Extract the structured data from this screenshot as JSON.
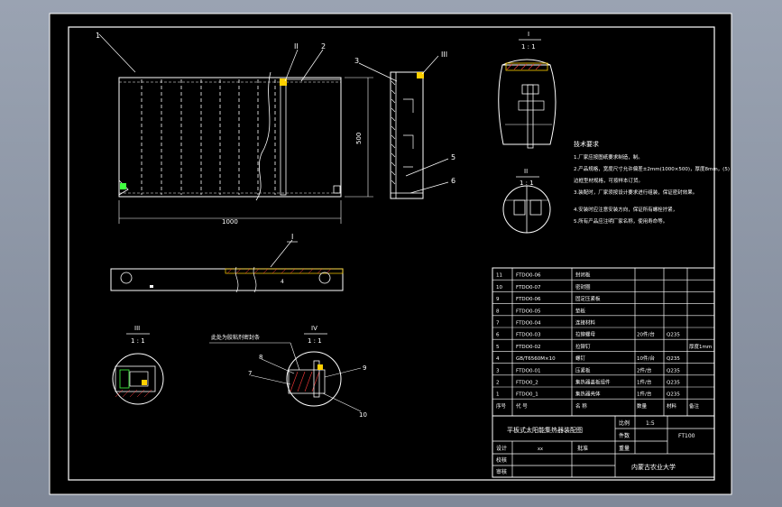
{
  "labels": {
    "part1": "1",
    "part2": "2",
    "part3": "3",
    "part5": "5",
    "part6": "6",
    "part7": "7",
    "part8": "8",
    "part9": "9",
    "part10": "10",
    "roman_iii": "III",
    "roman_ii_top": "II",
    "dim_width": "1000",
    "dim_height": "500",
    "dim_small": "4",
    "section_i": "I"
  },
  "details": {
    "I_label": "I",
    "I_scale": "1 : 1",
    "II_label": "II",
    "II_scale": "1 : 1",
    "III_label": "III",
    "III_scale": "1 : 1",
    "IV_label": "IV",
    "IV_scale": "1 : 1",
    "callout_text": "此处为胶粘剂密封条"
  },
  "notes": {
    "title": "技术要求",
    "lines": [
      "1.厂家应按图纸要求制造，制。",
      "2.产品规格，宽度尺寸允许偏差±2mm(1000×500)，厚度8mm，(5)",
      "边框型材规格，可按样本订货。",
      "3.装配时，厂家须按设计要求进行组装，保证密封效果。",
      "4.安装时应注意安装方向，保证所有螺栓拧紧，",
      "5.所有产品应注明厂家名称，使用寿命等。"
    ]
  },
  "bom": {
    "rows": [
      {
        "no": "11",
        "code": "FTDO0-06",
        "name": "封闭板",
        "qty": "",
        "mat": "",
        "note": ""
      },
      {
        "no": "10",
        "code": "FTDO0-07",
        "name": "密封圈",
        "qty": "",
        "mat": "",
        "note": ""
      },
      {
        "no": "9",
        "code": "FTDO0-06",
        "name": "固定压紧板",
        "qty": "",
        "mat": "",
        "note": ""
      },
      {
        "no": "8",
        "code": "FTDO0-05",
        "name": "垫板",
        "qty": "",
        "mat": "",
        "note": ""
      },
      {
        "no": "7",
        "code": "FTDO0-04",
        "name": "连接材料",
        "qty": "",
        "mat": "",
        "note": ""
      },
      {
        "no": "6",
        "code": "FTDO0-03",
        "name": "拉铆螺母",
        "qty": "20件/台",
        "mat": "Q235",
        "note": ""
      },
      {
        "no": "5",
        "code": "FTDO0-02",
        "name": "拉铆钉",
        "qty": "",
        "mat": "",
        "note": "厚度1mm"
      },
      {
        "no": "4",
        "code": "GB/T6560M×10",
        "name": "螺钉",
        "qty": "10件/台",
        "mat": "Q235",
        "note": ""
      },
      {
        "no": "3",
        "code": "FTDO0-01",
        "name": "压紧板",
        "qty": "2件/台",
        "mat": "Q235",
        "note": ""
      },
      {
        "no": "2",
        "code": "FTDO0_2",
        "name": "集热器盖板组件",
        "qty": "1件/台",
        "mat": "Q235",
        "note": ""
      },
      {
        "no": "1",
        "code": "FTDO0_1",
        "name": "集热器壳体",
        "qty": "1件/台",
        "mat": "Q235",
        "note": ""
      }
    ],
    "header": {
      "no": "序号",
      "code": "代  号",
      "name": "名  称",
      "qty": "数量",
      "mat": "材料",
      "note": "备注"
    }
  },
  "title_block": {
    "drawing_title": "平板式太阳能集热器装配图",
    "scale_label": "比例",
    "scale_value": "1:5",
    "drawing_no": "FT100",
    "count_label": "件数",
    "weight_label": "重量",
    "design_label": "设计",
    "design_value": "xx",
    "check_label": "校核",
    "audit_label": "审核",
    "approve_label": "批准",
    "company": "内蒙古农业大学"
  },
  "colors": {
    "background": "#000000",
    "stroke": "#ffffff",
    "accent_red": "#ff3b3b",
    "accent_yellow": "#ffd000",
    "accent_green": "#40ff40",
    "accent_cyan": "#40e0ff",
    "frame_bg": "#8e97a6"
  }
}
